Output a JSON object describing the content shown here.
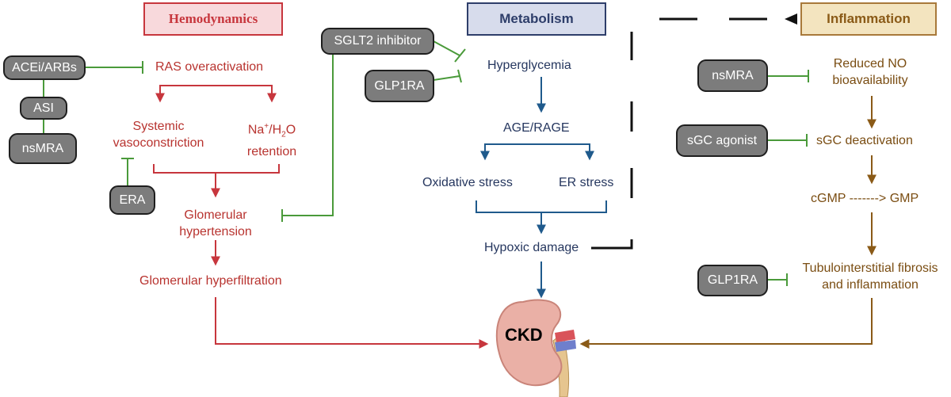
{
  "headers": {
    "hemodynamics": "Hemodynamics",
    "metabolism": "Metabolism",
    "inflammation": "Inflammation"
  },
  "drugs": {
    "acei_arbs": "ACEi/ARBs",
    "asi": "ASI",
    "nsmra_left": "nsMRA",
    "era": "ERA",
    "sglt2": "SGLT2 inhibitor",
    "glp1ra_top": "GLP1RA",
    "nsmra_right": "nsMRA",
    "sgc_agonist": "sGC agonist",
    "glp1ra_bottom": "GLP1RA"
  },
  "hemodynamics": {
    "ras": "RAS overactivation",
    "systemic_1": "Systemic",
    "systemic_2": "vasoconstriction",
    "na_pre": "Na",
    "na_sup": "+",
    "na_mid": "/H",
    "na_sub": "2",
    "na_post": "O",
    "retention": "retention",
    "glom_hyp_1": "Glomerular",
    "glom_hyp_2": "hypertension",
    "hyperfiltration": "Glomerular hyperfiltration"
  },
  "metabolism": {
    "hyperglycemia": "Hyperglycemia",
    "age_rage": "AGE/RAGE",
    "oxidative": "Oxidative stress",
    "er_stress": "ER stress",
    "hypoxic": "Hypoxic damage"
  },
  "inflammation": {
    "no_1": "Reduced NO",
    "no_2": "bioavailability",
    "sgc_deact": "sGC deactivation",
    "cgmp": "cGMP -------> GMP",
    "tubulo_1": "Tubulointerstitial fibrosis",
    "tubulo_2": "and inflammation"
  },
  "center": {
    "ckd": "CKD"
  },
  "colors": {
    "red": "#c7363d",
    "blue": "#1f5a8c",
    "brown": "#8a5a17",
    "green": "#4a9a3a",
    "pill": "#7c7c7c"
  }
}
